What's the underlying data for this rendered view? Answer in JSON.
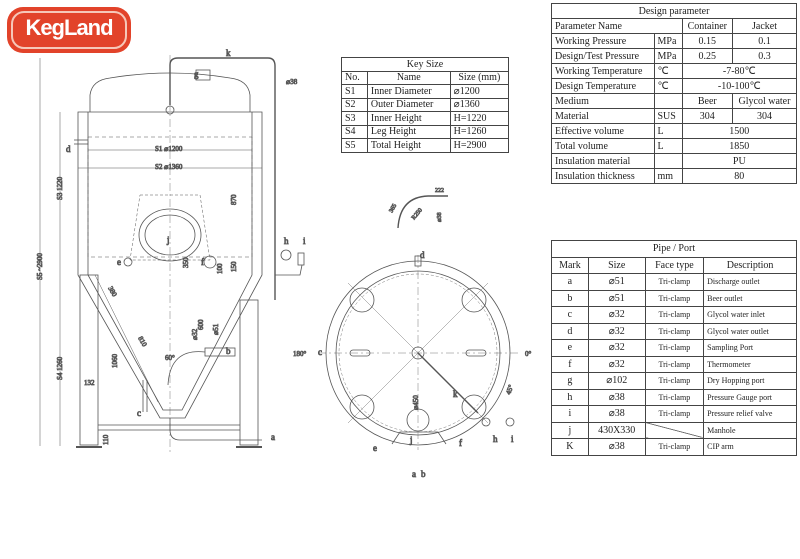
{
  "logo": {
    "text": "KegLand",
    "color": "#e2432a"
  },
  "design_parameter": {
    "title": "Design parameter",
    "header": {
      "name": "Parameter Name",
      "container": "Container",
      "jacket": "Jacket"
    },
    "rows": [
      {
        "name": "Working Pressure",
        "unit": "MPa",
        "container": "0.15",
        "jacket": "0.1"
      },
      {
        "name": "Design/Test Pressure",
        "unit": "MPa",
        "container": "0.25",
        "jacket": "0.3"
      },
      {
        "name": "Working Temperature",
        "unit": "℃",
        "value": "-7-80℃"
      },
      {
        "name": "Design Temperature",
        "unit": "℃",
        "value": "-10-100℃"
      },
      {
        "name": "Medium",
        "unit": "",
        "container": "Beer",
        "jacket": "Glycol water"
      },
      {
        "name": "Material",
        "unit": "SUS",
        "container": "304",
        "jacket": "304"
      },
      {
        "name": "Effective volume",
        "unit": "L",
        "value": "1500"
      },
      {
        "name": "Total volume",
        "unit": "L",
        "value": "1850"
      },
      {
        "name": "Insulation material",
        "unit": "",
        "value": "PU"
      },
      {
        "name": "Insulation thickness",
        "unit": "mm",
        "value": "80"
      }
    ]
  },
  "key_size": {
    "title": "Key Size",
    "header": {
      "no": "No.",
      "name": "Name",
      "size": "Size (mm)"
    },
    "rows": [
      {
        "no": "S1",
        "name": "Inner Diameter",
        "size": "⌀1200"
      },
      {
        "no": "S2",
        "name": "Outer Diameter",
        "size": "⌀1360"
      },
      {
        "no": "S3",
        "name": "Inner Height",
        "size": "H=1220"
      },
      {
        "no": "S4",
        "name": "Leg Height",
        "size": "H=1260"
      },
      {
        "no": "S5",
        "name": "Total Height",
        "size": "H=2900"
      }
    ]
  },
  "pipe_port": {
    "title": "Pipe / Port",
    "header": {
      "mark": "Mark",
      "size": "Size",
      "face": "Face type",
      "desc": "Description"
    },
    "rows": [
      {
        "mark": "a",
        "size": "⌀51",
        "face": "Tri-clamp",
        "desc": "Discharge outlet"
      },
      {
        "mark": "b",
        "size": "⌀51",
        "face": "Tri-clamp",
        "desc": "Beer outlet"
      },
      {
        "mark": "c",
        "size": "⌀32",
        "face": "Tri-clamp",
        "desc": "Glycol water inlet"
      },
      {
        "mark": "d",
        "size": "⌀32",
        "face": "Tri-clamp",
        "desc": "Glycol water outlet"
      },
      {
        "mark": "e",
        "size": "⌀32",
        "face": "Tri-clamp",
        "desc": "Sampling Port"
      },
      {
        "mark": "f",
        "size": "⌀32",
        "face": "Tri-clamp",
        "desc": "Thermometer"
      },
      {
        "mark": "g",
        "size": "⌀102",
        "face": "Tri-clamp",
        "desc": "Dry Hopping port"
      },
      {
        "mark": "h",
        "size": "⌀38",
        "face": "Tri-clamp",
        "desc": "Pressure Gauge port"
      },
      {
        "mark": "i",
        "size": "⌀38",
        "face": "Tri-clamp",
        "desc": "Pressure relief valve"
      },
      {
        "mark": "j",
        "size": "430X330",
        "face": "",
        "desc": "Manhole"
      },
      {
        "mark": "K",
        "size": "⌀38",
        "face": "Tri-clamp",
        "desc": "CIP arm"
      }
    ]
  },
  "drawing": {
    "side": {
      "s1": "S1 ⌀1200",
      "s2": "S2 ⌀1360",
      "s3": "S3 1220",
      "s4": "S4 1260",
      "s5": "S5 ~2900",
      "d38": "⌀38",
      "d870": "870",
      "d150": "150",
      "d100": "100",
      "d350": "350",
      "d600": "600",
      "d32": "⌀32",
      "d51": "⌀51",
      "d1060": "1060",
      "d810": "810",
      "d380": "380",
      "angle": "60°",
      "d132": "132",
      "d110": "110",
      "a": "a",
      "b": "b",
      "c": "c",
      "d": "d",
      "e": "e",
      "f": "f",
      "g": "g",
      "h": "h",
      "i": "i",
      "j": "j",
      "k": "k"
    },
    "top": {
      "deg180": "180°",
      "deg0": "0°",
      "deg45": "45°",
      "d450": "⌀450",
      "a": "a",
      "b": "b",
      "c": "c",
      "d": "d",
      "e": "e",
      "f": "f",
      "h": "h",
      "i": "i",
      "j": "j",
      "k": "k",
      "elbow_d": "⌀38",
      "elbow_r": "R250",
      "elbow_w": "222",
      "elbow_arc": "365"
    }
  }
}
